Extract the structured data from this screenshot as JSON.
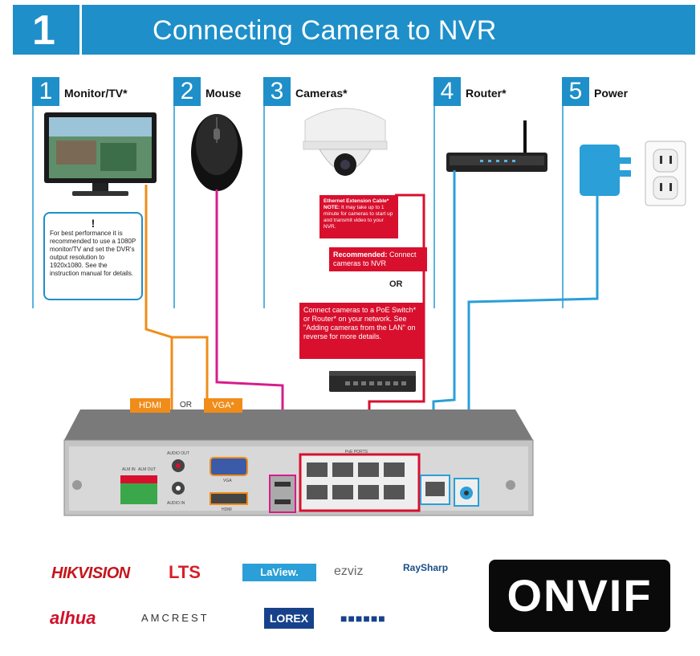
{
  "header": {
    "number": "1",
    "title": "Connecting Camera to NVR"
  },
  "steps": [
    {
      "number": "1",
      "label": "Monitor/TV*"
    },
    {
      "number": "2",
      "label": "Mouse"
    },
    {
      "number": "3",
      "label": "Cameras*"
    },
    {
      "number": "4",
      "label": "Router*"
    },
    {
      "number": "5",
      "label": "Power"
    }
  ],
  "info_box": {
    "mark": "!",
    "text": "For best performance it is recommended to use a 1080P monitor/TV and set the DVR's output resolution to 1920x1080. See the instruction manual for details."
  },
  "notes": {
    "ethernet_title": "Ethernet Extension Cable*",
    "ethernet_note_label": "NOTE:",
    "ethernet_note": " It may take up to 1 minute for cameras to start up and transmit video to your NVR.",
    "recommended_label": "Recommended:",
    "recommended_text": " Connect cameras to NVR",
    "or_middle": "OR",
    "poe_text": "Connect cameras to a PoE Switch* or Router* on your network. See \"Adding cameras from the LAN\" on reverse for more details."
  },
  "video_outputs": {
    "hdmi": "HDMI",
    "or": "OR",
    "vga": "VGA*"
  },
  "nvr_labels": {
    "audio_out": "AUDIO OUT",
    "audio_in": "AUDIO IN",
    "vga": "VGA",
    "hdmi": "HDMI",
    "poe_ports": "PoE PORTS",
    "alarm_in": "ALM IN",
    "alarm_out": "ALM OUT"
  },
  "logos": {
    "hikvision": "HIKVISION",
    "lts": "LTS",
    "laview": "LaView.",
    "ezviz": "ezviz",
    "raysharp": "RaySharp",
    "dahua": "alhua",
    "amcrest": "AMCREST",
    "lorex": "LOREX",
    "dots": "■■■■■■",
    "onvif": "ONVIF"
  },
  "colors": {
    "brand_blue": "#1e8fc9",
    "cable_orange": "#f08c1a",
    "cable_magenta": "#d61c8c",
    "cable_red": "#d8102e",
    "cable_blue": "#2a9fd8"
  }
}
